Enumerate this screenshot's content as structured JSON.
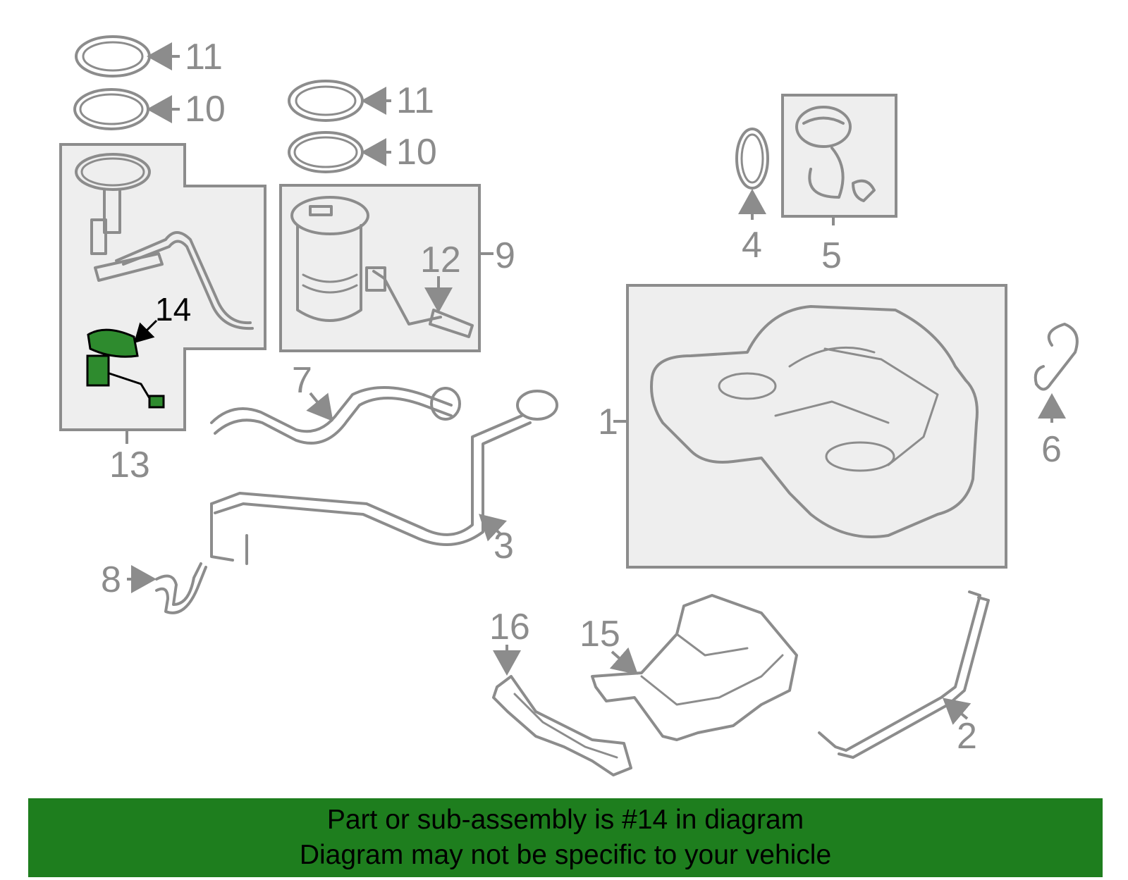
{
  "diagram": {
    "highlight_color": "#2e8b2e",
    "callouts": {
      "c1": "1",
      "c2": "2",
      "c3": "3",
      "c4": "4",
      "c5": "5",
      "c6": "6",
      "c7": "7",
      "c8": "8",
      "c9": "9",
      "c10a": "10",
      "c10b": "10",
      "c11a": "11",
      "c11b": "11",
      "c12": "12",
      "c13": "13",
      "c14": "14",
      "c15": "15",
      "c16": "16"
    }
  },
  "banner": {
    "line1": "Part or sub-assembly is #14 in diagram",
    "line2": "Diagram may not be specific to your vehicle",
    "background": "#1e7e1e"
  }
}
